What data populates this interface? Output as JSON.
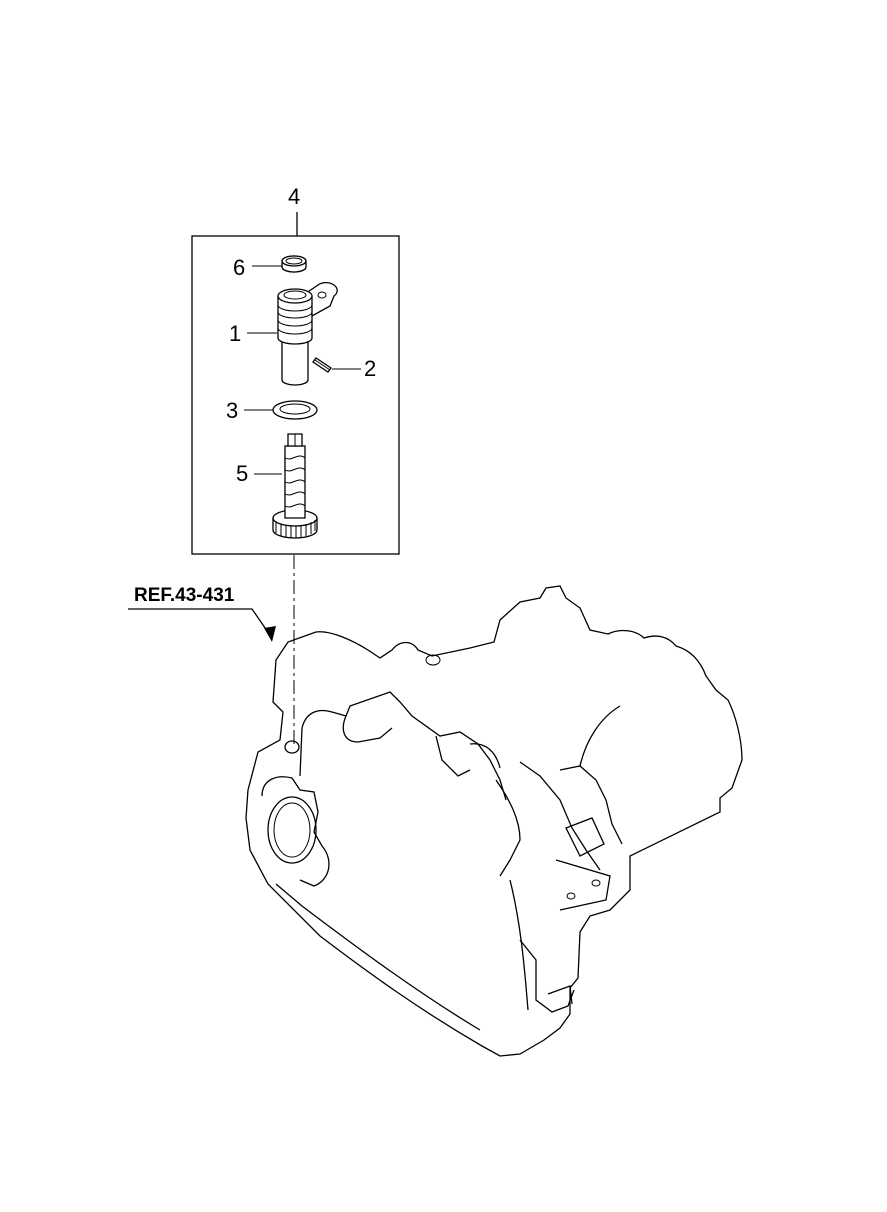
{
  "diagram": {
    "callouts": [
      {
        "id": "4",
        "label": "4"
      },
      {
        "id": "6",
        "label": "6"
      },
      {
        "id": "1",
        "label": "1"
      },
      {
        "id": "2",
        "label": "2"
      },
      {
        "id": "3",
        "label": "3"
      },
      {
        "id": "5",
        "label": "5"
      }
    ],
    "reference": "REF.43-431"
  }
}
